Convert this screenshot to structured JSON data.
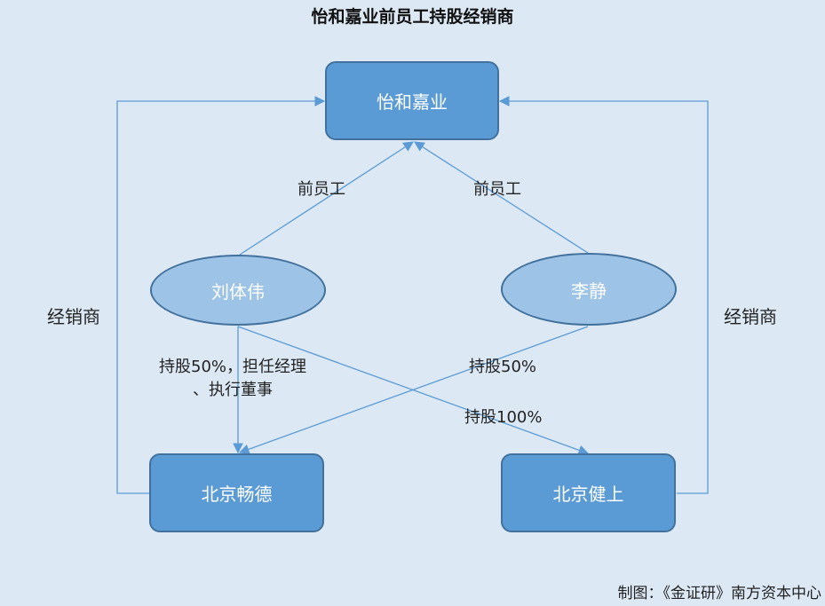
{
  "title": "怡和嘉业前员工持股经销商",
  "nodes": {
    "yihe": "怡和嘉业",
    "liu": "刘体伟",
    "li": "李静",
    "changde": "北京畅德",
    "jianshang": "北京健上"
  },
  "edges": {
    "liu_to_yihe": "前员工",
    "li_to_yihe": "前员工",
    "liu_to_changde_line1": "持股50%，担任经理",
    "liu_to_changde_line2": "、执行董事",
    "li_to_changde": "持股50%",
    "liu_to_jianshang": "持股100%",
    "changde_to_yihe": "经销商",
    "jianshang_to_yihe": "经销商"
  },
  "footer": "制图：《金证研》南方资本中心",
  "colors": {
    "background": "#dce9f5",
    "rect_fill": "#5b9bd5",
    "ellipse_fill": "#9dc3e6",
    "border": "#41719c",
    "connector": "#5b9bd5"
  }
}
